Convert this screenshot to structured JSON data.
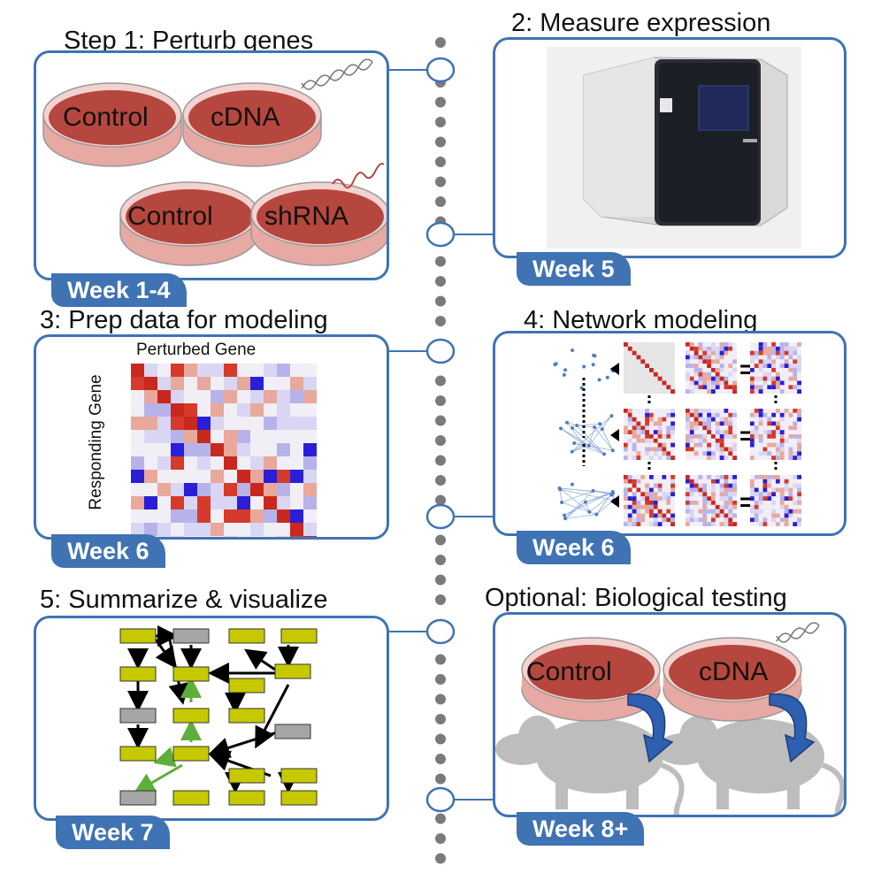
{
  "steps": {
    "s1": {
      "title": "Step 1: Perturb genes",
      "week": "Week 1-4",
      "dishes": [
        "Control",
        "cDNA",
        "Control",
        "shRNA"
      ]
    },
    "s2": {
      "title": "2: Measure expression",
      "week": "Week 5"
    },
    "s3": {
      "title": "3: Prep data for modeling",
      "week": "Week 6",
      "x_label": "Perturbed Gene",
      "y_label": "Responding Gene"
    },
    "s4": {
      "title": "4: Network modeling",
      "week": "Week 6",
      "minus": "-",
      "equals": "="
    },
    "s5": {
      "title": "5: Summarize & visualize",
      "week": "Week 7"
    },
    "s6": {
      "title": "Optional: Biological testing",
      "week": "Week 8+",
      "dishes": [
        "Control",
        "cDNA"
      ]
    }
  },
  "colors": {
    "accent": "#3f73b3",
    "dish": "#b5473e",
    "dish_rim": "#e9b2ac",
    "node_yellow": "#c6c900",
    "node_gray": "#a6a6a6",
    "arrow_green": "#5fae3a",
    "mouse": "#bdbdbd",
    "arrow_blue": "#2e5fb0"
  }
}
